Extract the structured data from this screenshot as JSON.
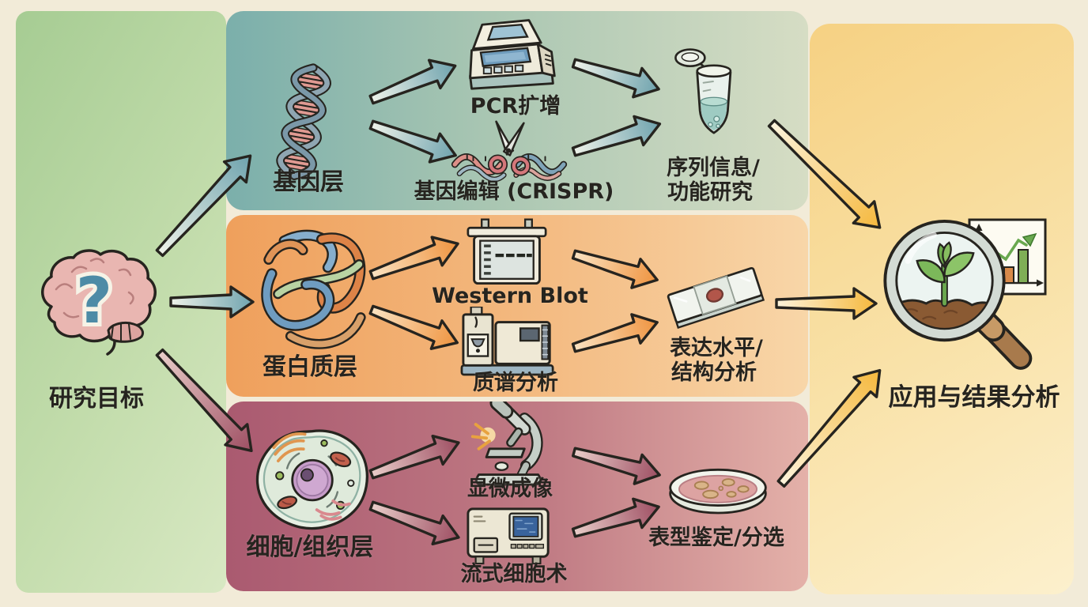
{
  "diagram": {
    "kind": "biology-research-workflow-flowchart",
    "style": "hand-drawn watercolor"
  },
  "research_goal": {
    "label": "研究目标",
    "question_glyph": "?",
    "icon": "brain-question-icon"
  },
  "layers": [
    {
      "id": "gene",
      "label": "基因层",
      "icon": "dna-helix-icon",
      "band_color_left": "#7bafab",
      "band_color_right": "#d6ddc4",
      "arrow_color": "#7ca8b2",
      "methods": [
        {
          "label": "PCR扩增",
          "icon": "pcr-machine-icon"
        },
        {
          "label": "基因编辑 (CRISPR)",
          "icon": "crispr-scissors-icon"
        }
      ],
      "output": {
        "lines": [
          "序列信息/",
          "功能研究"
        ],
        "icon": "microtube-icon"
      }
    },
    {
      "id": "protein",
      "label": "蛋白质层",
      "icon": "protein-structure-icon",
      "band_color_left": "#efa05c",
      "band_color_right": "#f8d6a8",
      "arrow_color": "#f2a14f",
      "methods": [
        {
          "label": "Western Blot",
          "icon": "western-blot-icon"
        },
        {
          "label": "质谱分析",
          "icon": "mass-spectrometer-icon"
        }
      ],
      "output": {
        "lines": [
          "表达水平/",
          "结构分析"
        ],
        "icon": "microscope-slide-icon"
      }
    },
    {
      "id": "cell",
      "label": "细胞/组织层",
      "icon": "cell-icon",
      "band_color_left": "#aa5a70",
      "band_color_right": "#e4b1a9",
      "arrow_color": "#a65a6b",
      "methods": [
        {
          "label": "显微成像",
          "icon": "microscope-icon"
        },
        {
          "label": "流式细胞术",
          "icon": "flow-cytometer-icon"
        }
      ],
      "output": {
        "lines": [
          "表型鉴定/分选"
        ],
        "icon": "petri-dish-icon"
      }
    }
  ],
  "result": {
    "label": "应用与结果分析",
    "icons": [
      "magnifier-plant-icon",
      "growth-chart-icon"
    ]
  },
  "icons": {
    "brain-question-icon": "pink brain with blue question mark",
    "dna-helix-icon": "double helix with pink rungs",
    "pcr-machine-icon": "thermal cycler with blue display",
    "crispr-scissors-icon": "scissors cutting DNA strand",
    "microtube-icon": "open microcentrifuge tube with liquid",
    "protein-structure-icon": "ribbon protein tangle",
    "western-blot-icon": "gel tank with bands",
    "mass-spectrometer-icon": "benchtop mass spectrometer",
    "cell-icon": "animal cell with purple nucleus and organelles",
    "microscope-icon": "light microscope with flash",
    "flow-cytometer-icon": "flow cytometry instrument with screen",
    "microscope-slide-icon": "glass slide with red specimen",
    "petri-dish-icon": "petri dish with colonies",
    "magnifier-plant-icon": "magnifying glass over sprout in soil",
    "growth-chart-icon": "card with bars and rising green arrow line"
  },
  "colors": {
    "ink": "#26241f",
    "paper": "#f2ebd8",
    "panel_green": "#b9d6a4",
    "panel_yellow": "#f7d88f",
    "arrow_teal": "#7ca8b2",
    "arrow_orange": "#f2a14f",
    "arrow_maroon": "#a65a6b",
    "arrow_yellow": "#f6bf4f",
    "question_blue": "#4d8ba6"
  }
}
